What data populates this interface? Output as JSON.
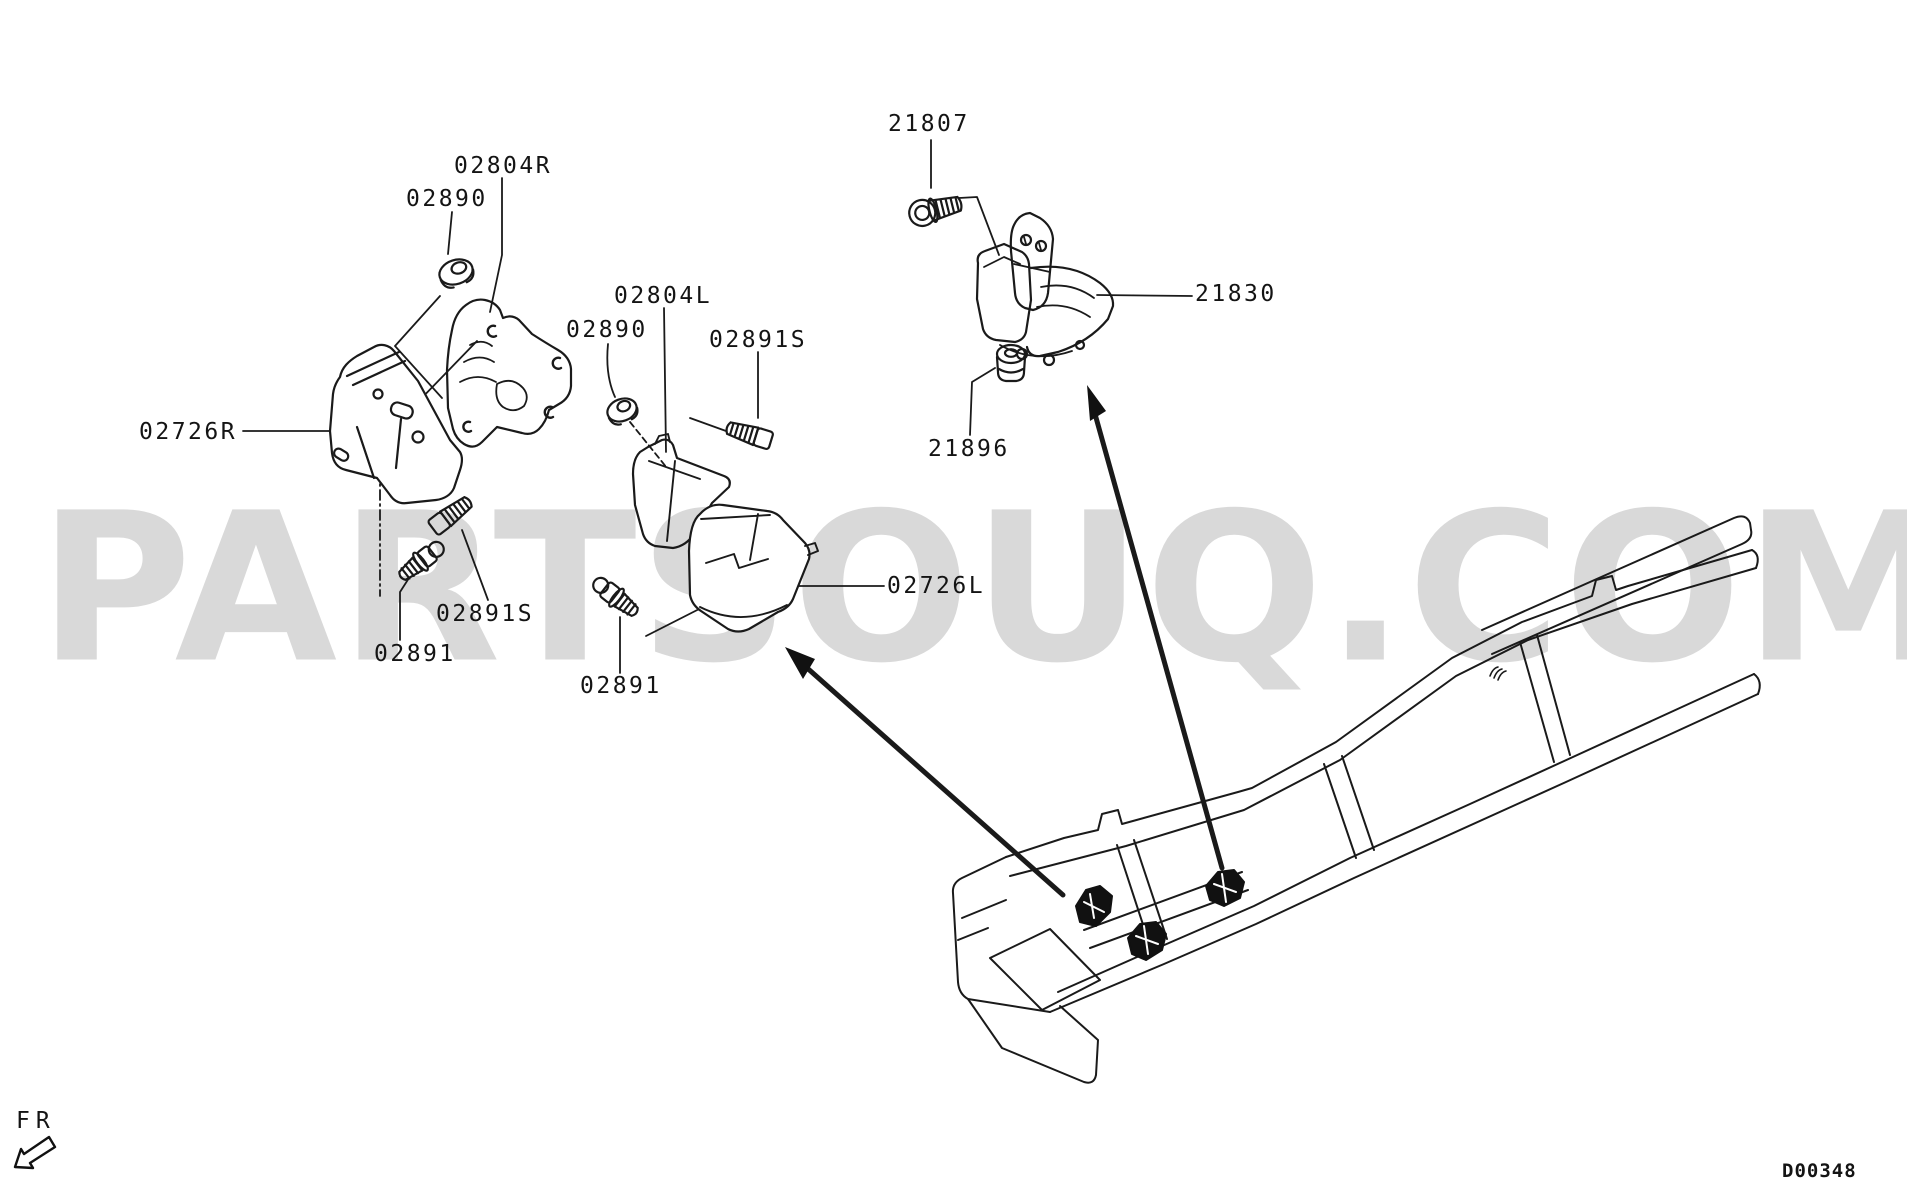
{
  "watermark": {
    "text": "PARTSOUQ.COM",
    "color": "#d9d9d9"
  },
  "footer": {
    "diagram_code": "D00348"
  },
  "orientation": {
    "label": "FR"
  },
  "line_color": "#1a1a1a",
  "part_labels": [
    {
      "part": "02890"
    },
    {
      "part": "02804R"
    },
    {
      "part": "02726R"
    },
    {
      "part": "02891S"
    },
    {
      "part": "02891"
    },
    {
      "part": "02890"
    },
    {
      "part": "02804L"
    },
    {
      "part": "02891S"
    },
    {
      "part": "02891"
    },
    {
      "part": "02726L"
    },
    {
      "part": "21807"
    },
    {
      "part": "21830"
    },
    {
      "part": "21896"
    }
  ]
}
